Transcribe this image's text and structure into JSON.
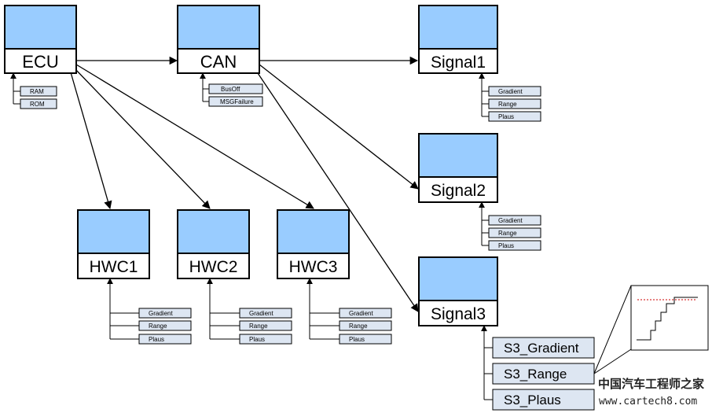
{
  "blocks": {
    "ecu": "ECU",
    "can": "CAN",
    "signal1": "Signal1",
    "signal2": "Signal2",
    "signal3": "Signal3",
    "hwc1": "HWC1",
    "hwc2": "HWC2",
    "hwc3": "HWC3"
  },
  "children": {
    "ecu": [
      "RAM",
      "ROM"
    ],
    "can": [
      "BusOff",
      "MSGFailure"
    ],
    "signal1": [
      "Gradient",
      "Range",
      "Plaus"
    ],
    "signal2": [
      "Gradient",
      "Range",
      "Plaus"
    ],
    "signal3": [
      "S3_Gradient",
      "S3_Range",
      "S3_Plaus"
    ],
    "hwc1": [
      "Gradient",
      "Range",
      "Plaus"
    ],
    "hwc2": [
      "Gradient",
      "Range",
      "Plaus"
    ],
    "hwc3": [
      "Gradient",
      "Range",
      "Plaus"
    ]
  },
  "watermark": {
    "line1": "中国汽车工程师之家",
    "line2": "www.cartech8.com"
  },
  "colors": {
    "block_top": "#99ccff",
    "sub_box": "#dde6f2",
    "zoom_dotted": "#cc0000"
  }
}
